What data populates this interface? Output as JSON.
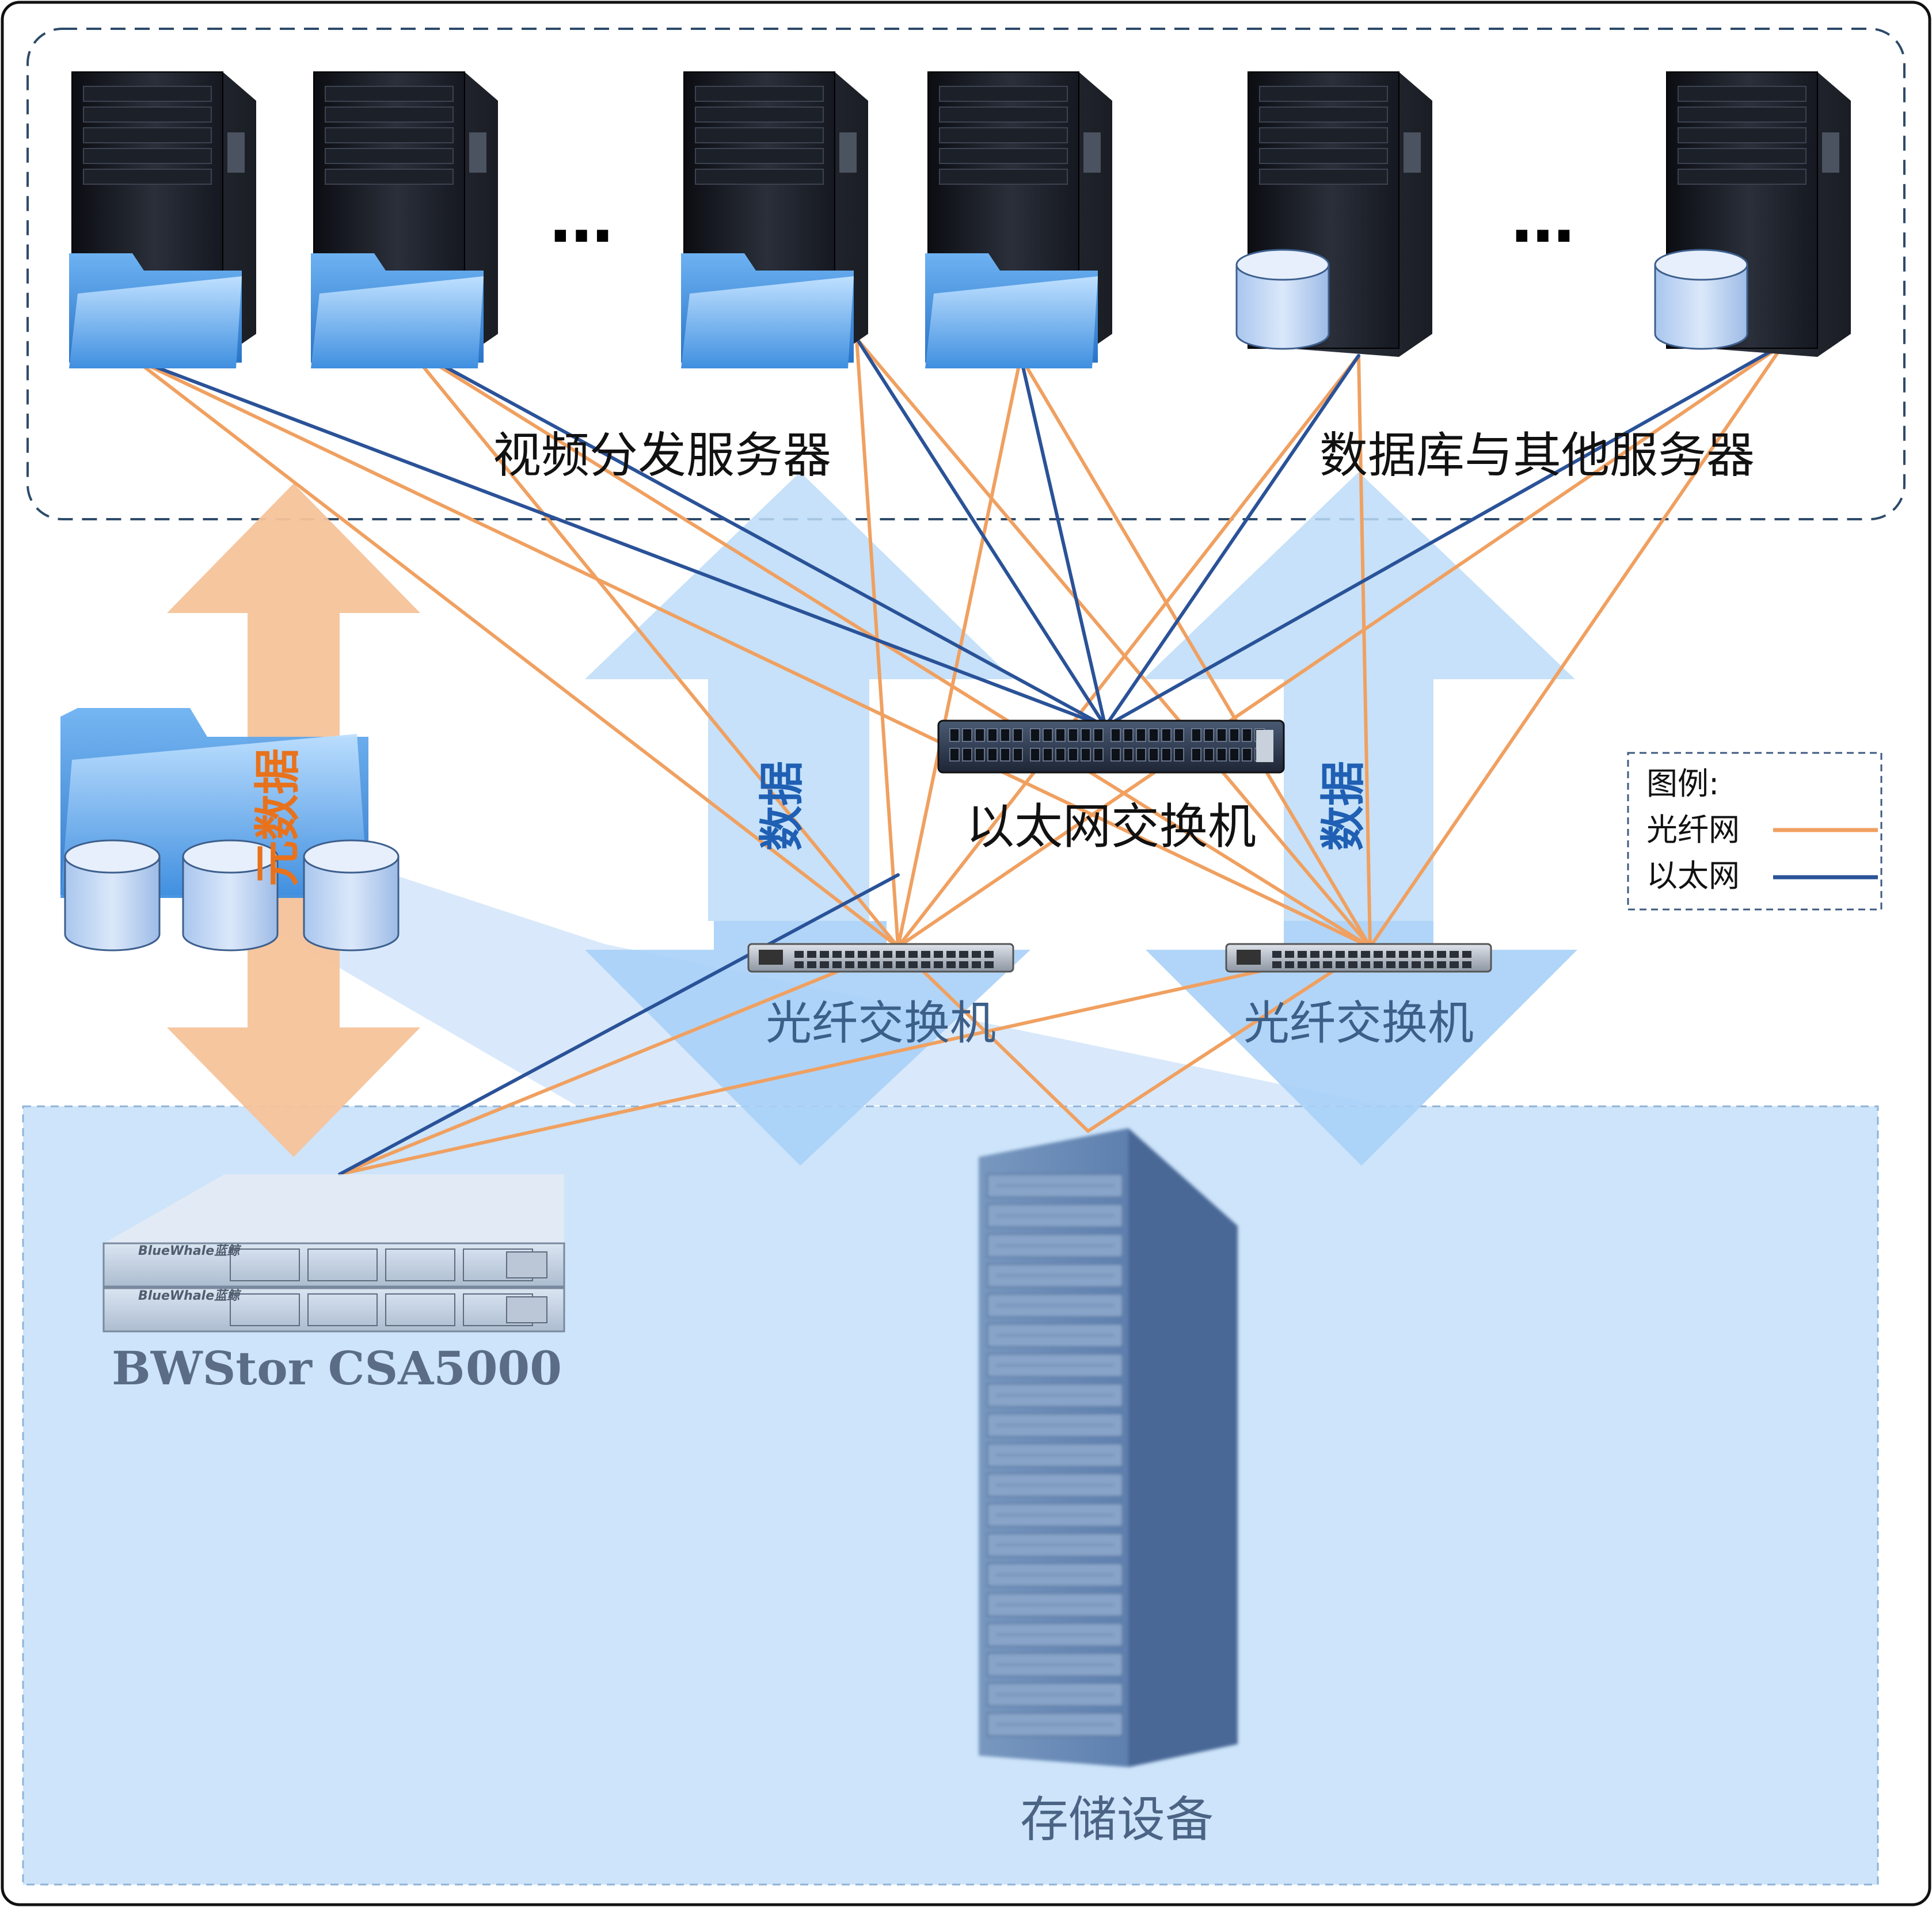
{
  "labels": {
    "video_servers": "视频分发服务器",
    "db_servers": "数据库与其他服务器",
    "ellipsis_left": "…",
    "ellipsis_right": "…",
    "ethernet_switch": "以太网交换机",
    "fc_switch_left": "光纤交换机",
    "fc_switch_right": "光纤交换机",
    "metadata_arrow": "元数据",
    "data_arrow_left": "数据",
    "data_arrow_right": "数据",
    "csa_model": "BWStor CSA5000",
    "csa_brand": "BlueWhale蓝鲸",
    "storage": "存储设备"
  },
  "legend": {
    "title": "图例:",
    "items": [
      {
        "name": "光纤网",
        "color": "#f0a060"
      },
      {
        "name": "以太网",
        "color": "#2a5298"
      }
    ]
  },
  "colors": {
    "fiber": "#f0a060",
    "ethernet": "#2a5298",
    "data_arrow": "#bcdcf8",
    "metadata_arrow": "#f6c39a",
    "storage_zone": "#cde4fa",
    "metadata_text": "#e8721c",
    "data_text": "#1f5fb4"
  }
}
